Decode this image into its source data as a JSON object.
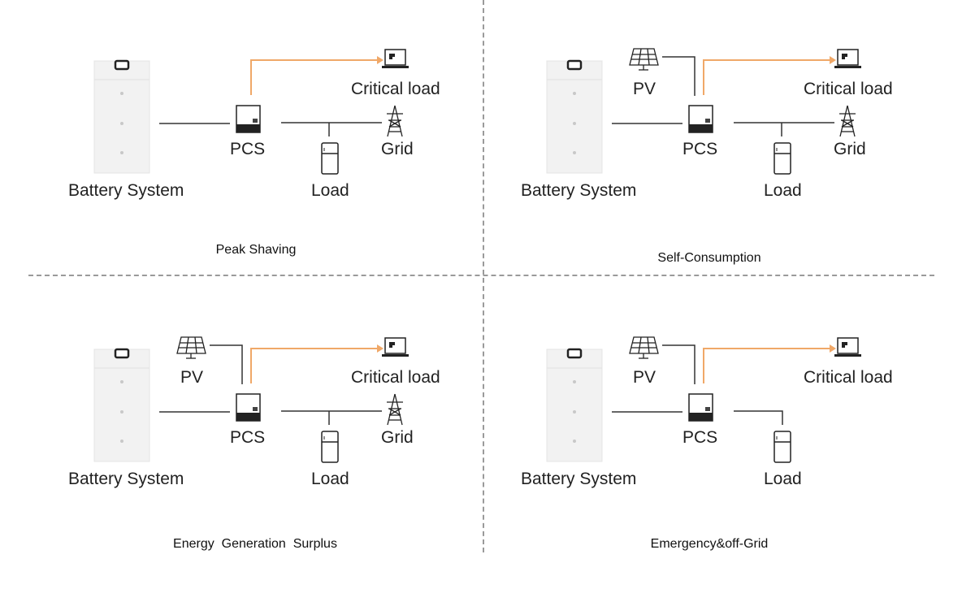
{
  "quadrants": [
    {
      "title": "Peak Shaving",
      "has_pv": false,
      "has_grid": true,
      "labels": {
        "battery": "Battery System",
        "pcs": "PCS",
        "critical": "Critical load",
        "grid": "Grid",
        "load": "Load"
      }
    },
    {
      "title": "Self-Consumption",
      "has_pv": true,
      "has_grid": true,
      "labels": {
        "battery": "Battery System",
        "pcs": "PCS",
        "critical": "Critical load",
        "grid": "Grid",
        "load": "Load",
        "pv": "PV"
      }
    },
    {
      "title": "Energy  Generation  Surplus",
      "has_pv": true,
      "has_grid": true,
      "labels": {
        "battery": "Battery System",
        "pcs": "PCS",
        "critical": "Critical load",
        "grid": "Grid",
        "load": "Load",
        "pv": "PV"
      }
    },
    {
      "title": "Emergency&off-Grid",
      "has_pv": true,
      "has_grid": false,
      "labels": {
        "battery": "Battery System",
        "pcs": "PCS",
        "critical": "Critical load",
        "load": "Load",
        "pv": "PV"
      }
    }
  ],
  "colors": {
    "flow_arrow": "#f0a868",
    "line": "#333333",
    "divider": "#9a9a9a",
    "battery_body": "#f2f2f2"
  },
  "icons": [
    "battery-cabinet-icon",
    "inverter-icon",
    "laptop-icon",
    "transmission-tower-icon",
    "refrigerator-icon",
    "solar-panel-icon"
  ]
}
